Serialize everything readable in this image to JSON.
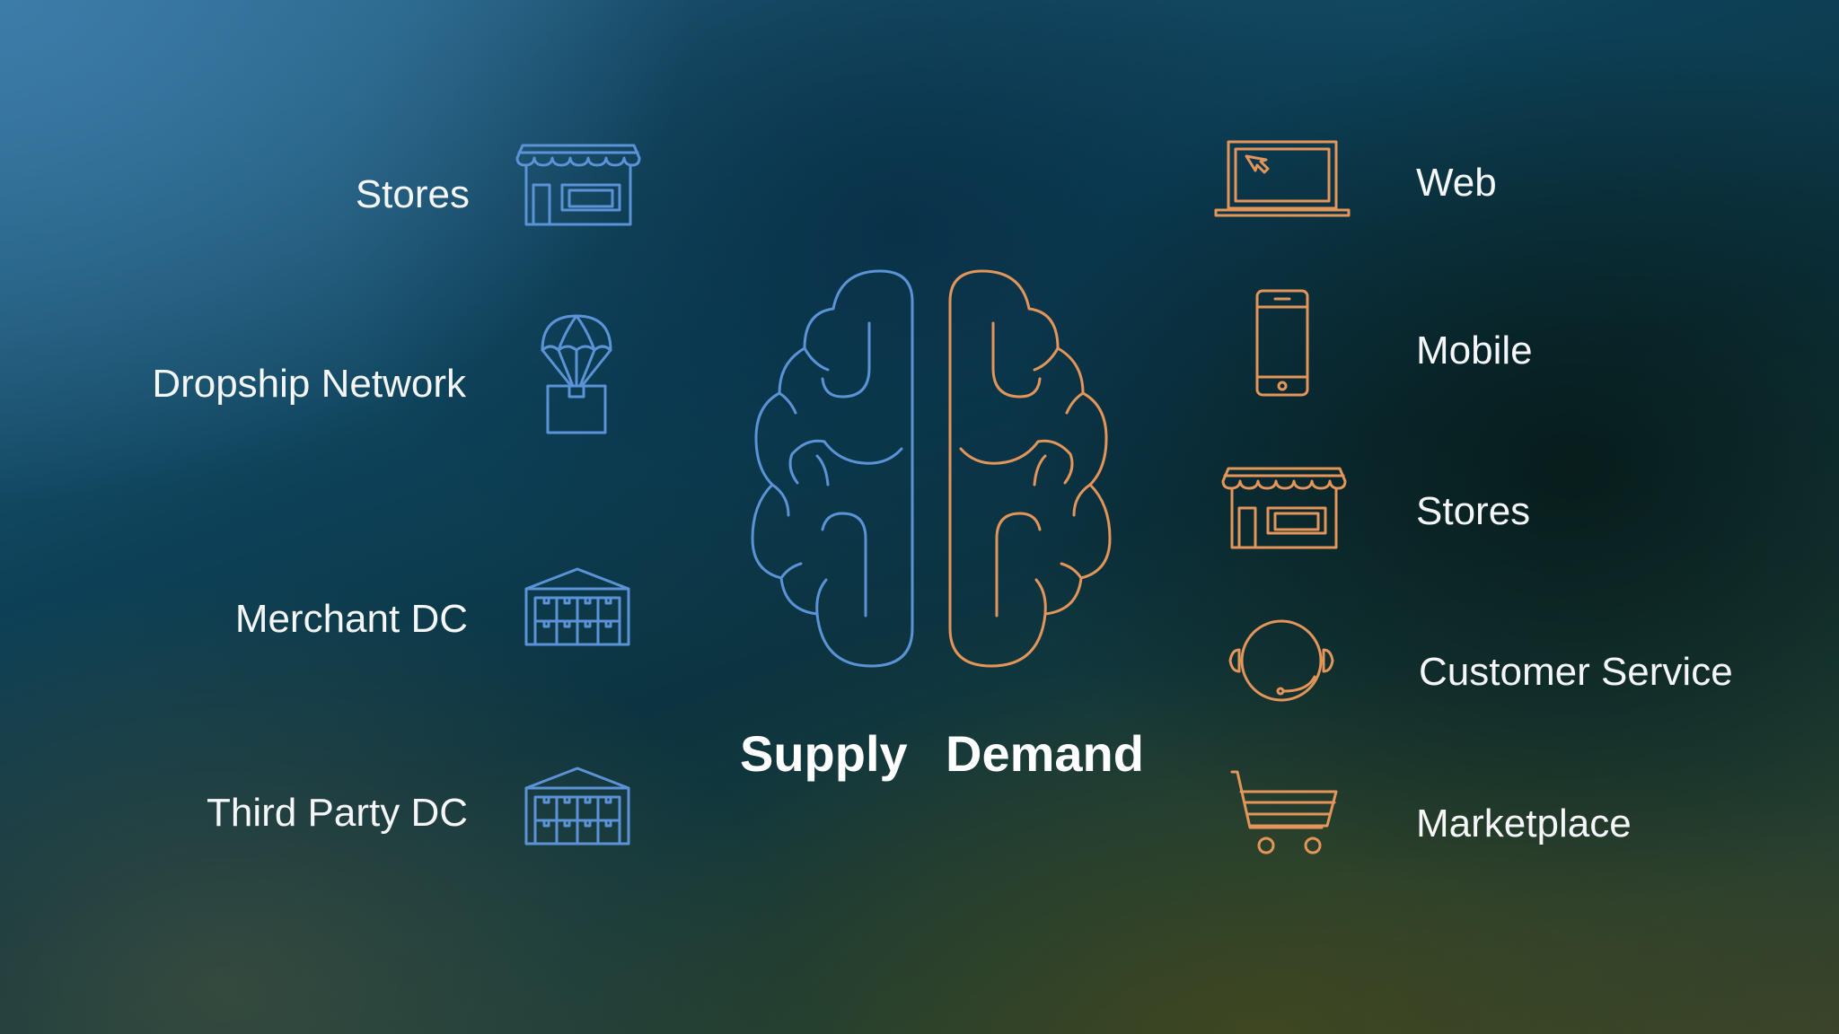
{
  "supply": {
    "title": "Supply",
    "items": [
      {
        "label": "Stores",
        "icon": "storefront-icon"
      },
      {
        "label": "Dropship Network",
        "icon": "parachute-box-icon"
      },
      {
        "label": "Merchant DC",
        "icon": "warehouse-icon"
      },
      {
        "label": "Third Party DC",
        "icon": "warehouse-icon"
      }
    ]
  },
  "demand": {
    "title": "Demand",
    "items": [
      {
        "label": "Web",
        "icon": "laptop-icon"
      },
      {
        "label": "Mobile",
        "icon": "smartphone-icon"
      },
      {
        "label": "Stores",
        "icon": "storefront-icon"
      },
      {
        "label": "Customer Service",
        "icon": "headset-icon"
      },
      {
        "label": "Marketplace",
        "icon": "shopping-cart-icon"
      }
    ]
  },
  "brain": {
    "icon": "brain-icon"
  },
  "colors": {
    "supply_accent": "#5b93d6",
    "demand_accent": "#e3955a",
    "text": "#ffffff"
  }
}
